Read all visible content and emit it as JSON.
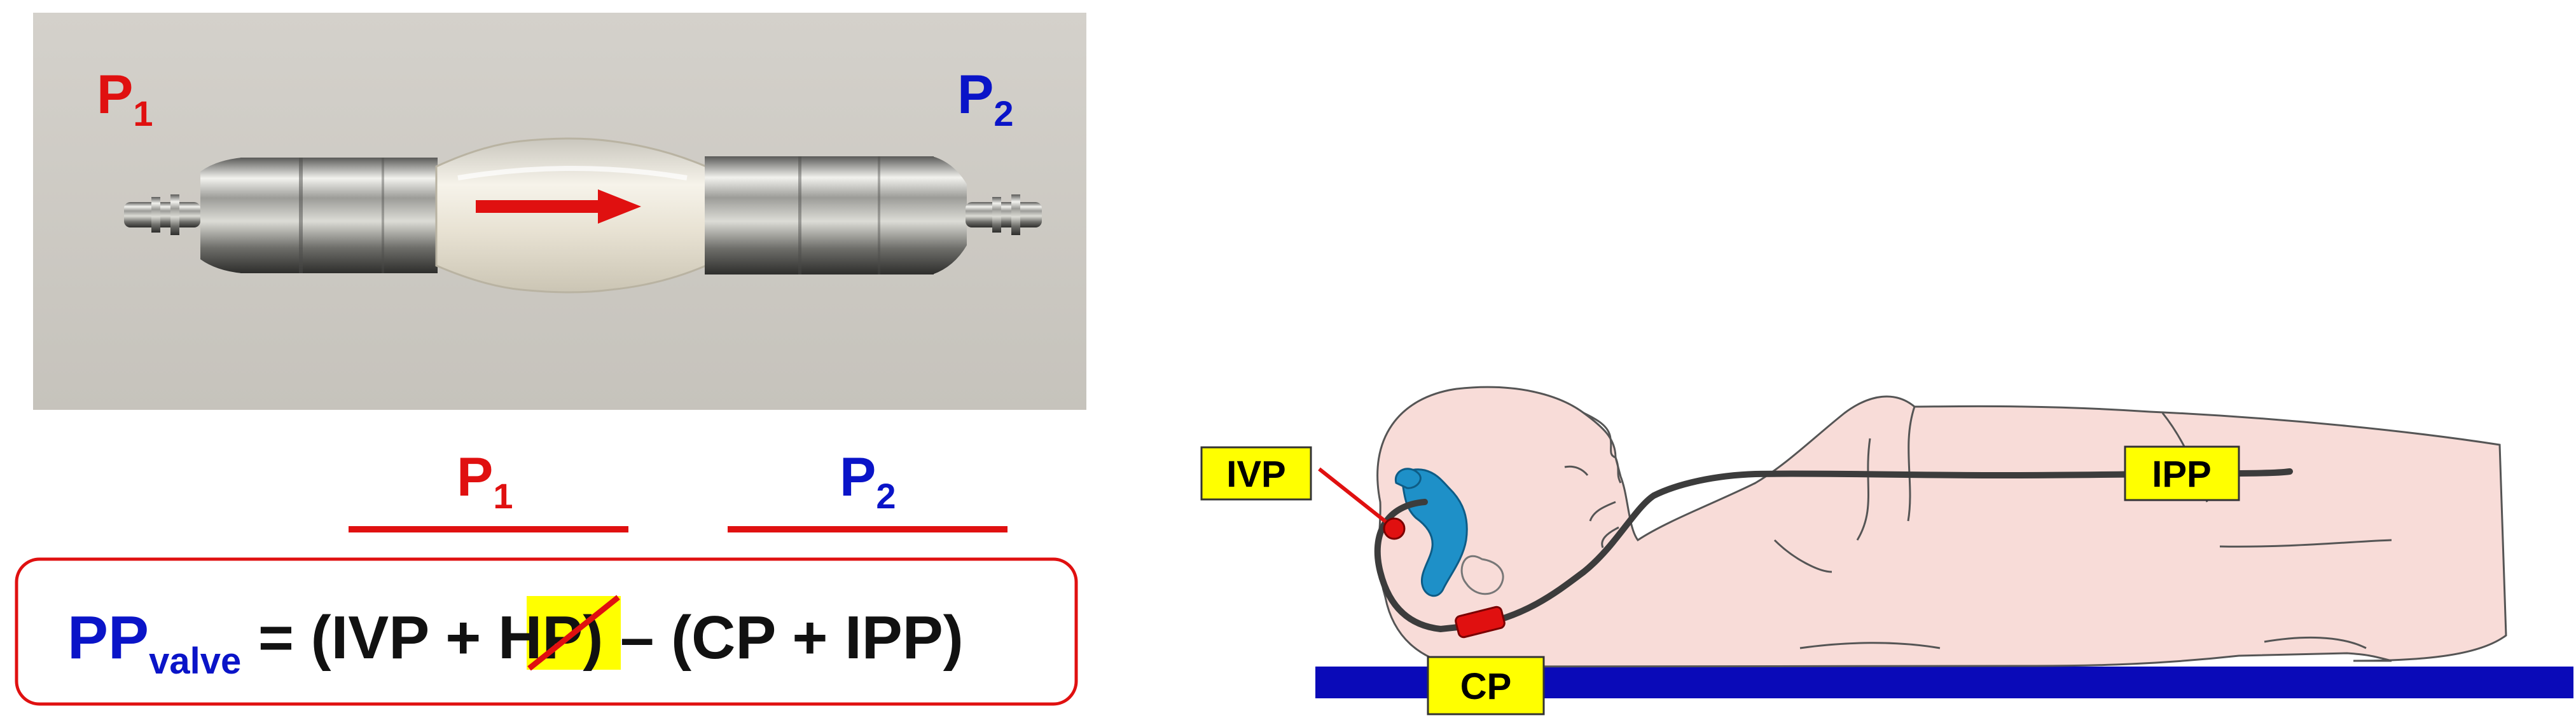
{
  "photo": {
    "p1": {
      "base": "P",
      "sub": "1"
    },
    "p2": {
      "base": "P",
      "sub": "2"
    }
  },
  "brackets": {
    "p1": {
      "base": "P",
      "sub": "1"
    },
    "p2": {
      "base": "P",
      "sub": "2"
    }
  },
  "equation": {
    "pp": "PP",
    "pp_sub": "valve",
    "rest_a": " = (IVP + ",
    "hp": "HP",
    "rest_b": ") – (CP + IPP)"
  },
  "patient": {
    "ivp": "IVP",
    "ipp": "IPP",
    "cp": "CP"
  },
  "colors": {
    "red": "#e01010",
    "blue": "#0a14c8",
    "yellow": "#ffff00",
    "skin": "#f8dcd8",
    "ventricle": "#1e90c8",
    "bed": "#0a0ab8",
    "catheter": "#3c3c3c"
  }
}
